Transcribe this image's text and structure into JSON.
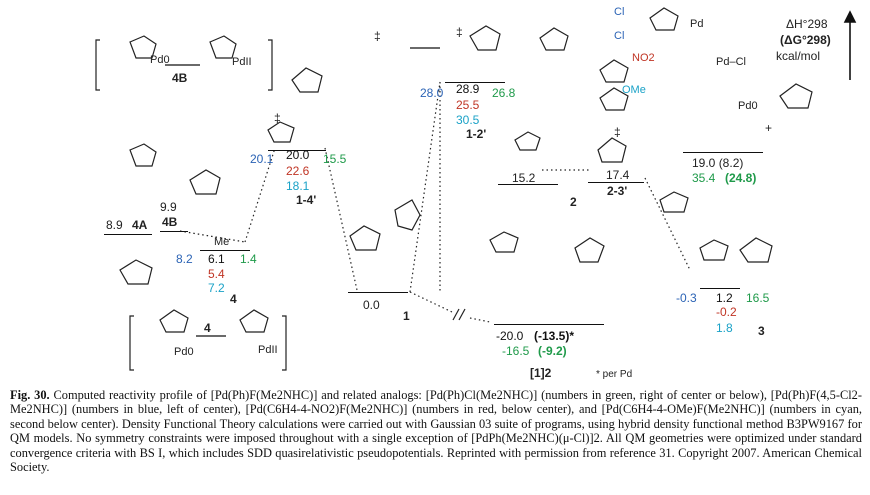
{
  "figure": {
    "legend": {
      "enthalpy_label": "ΔH°298",
      "free_energy_label": "(ΔG°298)",
      "units": "kcal/mol",
      "ligand_labels": [
        "Cl",
        "Cl",
        "Pd",
        "NO2",
        "Pd–Cl",
        "OMe"
      ]
    },
    "species": {
      "4A": {
        "label": "4A",
        "value": "8.9"
      },
      "4B": {
        "label": "4B",
        "value": "9.9"
      },
      "top_left_4B": {
        "label": "4B",
        "pd_left": "Pd0",
        "pd_right": "PdII"
      },
      "int4": {
        "label": "4",
        "blue": "8.2",
        "black": "6.1",
        "green": "1.4",
        "red": "5.4",
        "cyan": "7.2",
        "me": "Me"
      },
      "ts14": {
        "label": "1-4'",
        "blue": "20.1",
        "black": "20.0",
        "green": "15.5",
        "red": "22.6",
        "cyan": "18.1"
      },
      "one": {
        "label": "1",
        "value": "0.0"
      },
      "ts12": {
        "label": "1-2'",
        "blue": "28.0",
        "black": "28.9",
        "green": "26.8",
        "red": "25.5",
        "cyan": "30.5"
      },
      "two": {
        "label": "2",
        "value": "15.2"
      },
      "ts23": {
        "label": "2-3'",
        "value": "17.4"
      },
      "pd0_free": {
        "value": "19.0 (8.2)",
        "green": "35.4",
        "green_bold": "(24.8)"
      },
      "three": {
        "label": "3",
        "blue": "-0.3",
        "black": "1.2",
        "green": "16.5",
        "red": "-0.2",
        "cyan": "1.8"
      },
      "dimer": {
        "label": "[1]2",
        "black_value": "-20.0",
        "black_bold": "(-13.5)*",
        "green_value": "-16.5",
        "green_bold": "(-9.2)",
        "footnote": "* per Pd"
      },
      "bottom_box": {
        "label": "4",
        "pd_left": "Pd0",
        "pd_right": "PdII"
      }
    },
    "ts_mark": "‡"
  },
  "caption": {
    "fig_label": "Fig. 30.",
    "text": "Computed reactivity profile of [Pd(Ph)F(Me2NHC)] and related analogs: [Pd(Ph)Cl(Me2NHC)] (numbers in green, right of center or below), [Pd(Ph)F(4,5-Cl2-Me2NHC)] (numbers in blue, left of center), [Pd(C6H4-4-NO2)F(Me2NHC)] (numbers in red, below center), and [Pd(C6H4-4-OMe)F(Me2NHC)] (numbers in cyan, second below center). Density Functional Theory calculations were carried out with Gaussian 03 suite of programs, using hybrid density functional method B3PW9167 for QM models. No symmetry constraints were imposed throughout with a single exception of [PdPh(Me2NHC)(μ-Cl)]2. All QM geometries were optimized under standard convergence criteria with BS I, which includes SDD quasirelativistic pseudopotentials. Reprinted with permission from reference 31. Copyright 2007. American Chemical Society."
  },
  "colors": {
    "green": "#1f9a4a",
    "blue": "#2b63b5",
    "red": "#c03525",
    "cyan": "#1aa2c7"
  }
}
